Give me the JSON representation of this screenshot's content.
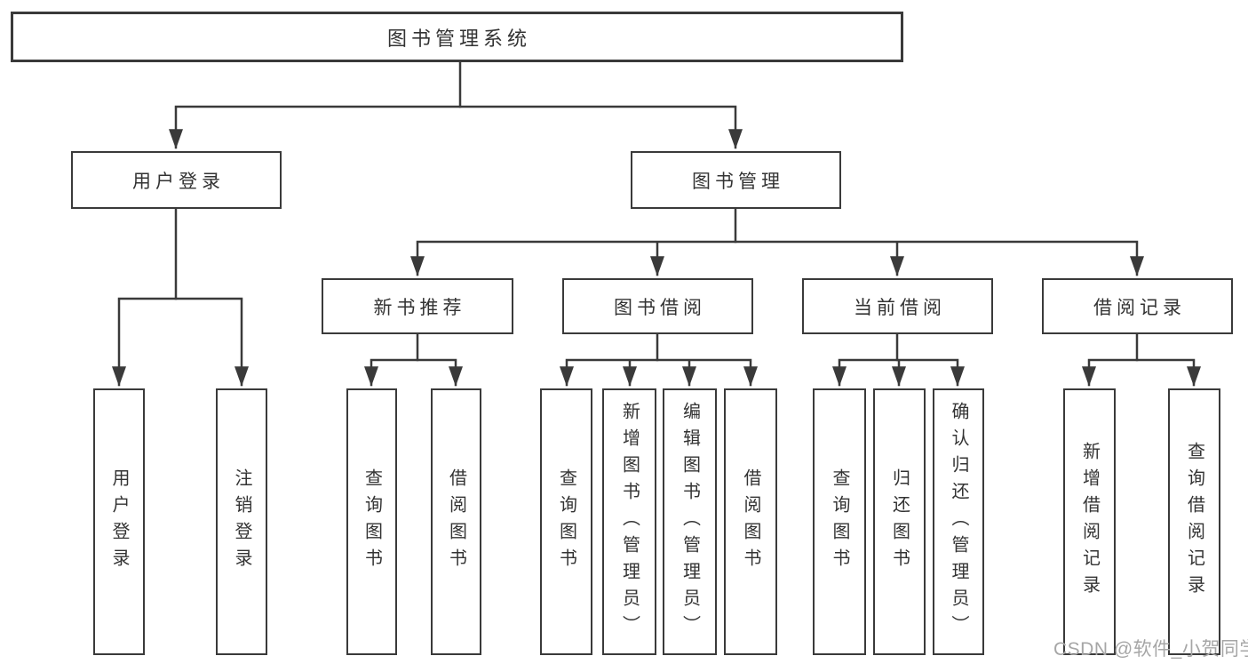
{
  "colors": {
    "background": "#ffffff",
    "line": "#3a3a3a",
    "box_border": "#3a3a3a",
    "text": "#333333",
    "watermark": "#a6a6a6"
  },
  "tree": {
    "root": {
      "label": "图书管理系统"
    },
    "branches": [
      {
        "label": "用户登录",
        "children": [
          {
            "label": "用户登录"
          },
          {
            "label": "注销登录"
          }
        ]
      },
      {
        "label": "图书管理",
        "children": [
          {
            "label": "新书推荐",
            "children": [
              {
                "label": "查询图书"
              },
              {
                "label": "借阅图书"
              }
            ]
          },
          {
            "label": "图书借阅",
            "children": [
              {
                "label": "查询图书"
              },
              {
                "label": "新增图书（管理员）"
              },
              {
                "label": "编辑图书（管理员）"
              },
              {
                "label": "借阅图书"
              }
            ]
          },
          {
            "label": "当前借阅",
            "children": [
              {
                "label": "查询图书"
              },
              {
                "label": "归还图书"
              },
              {
                "label": "确认归还（管理员）"
              }
            ]
          },
          {
            "label": "借阅记录",
            "children": [
              {
                "label": "新增借阅记录"
              },
              {
                "label": "查询借阅记录"
              }
            ]
          }
        ]
      }
    ]
  },
  "watermark": {
    "text": "CSDN @软件_小贺同学"
  }
}
